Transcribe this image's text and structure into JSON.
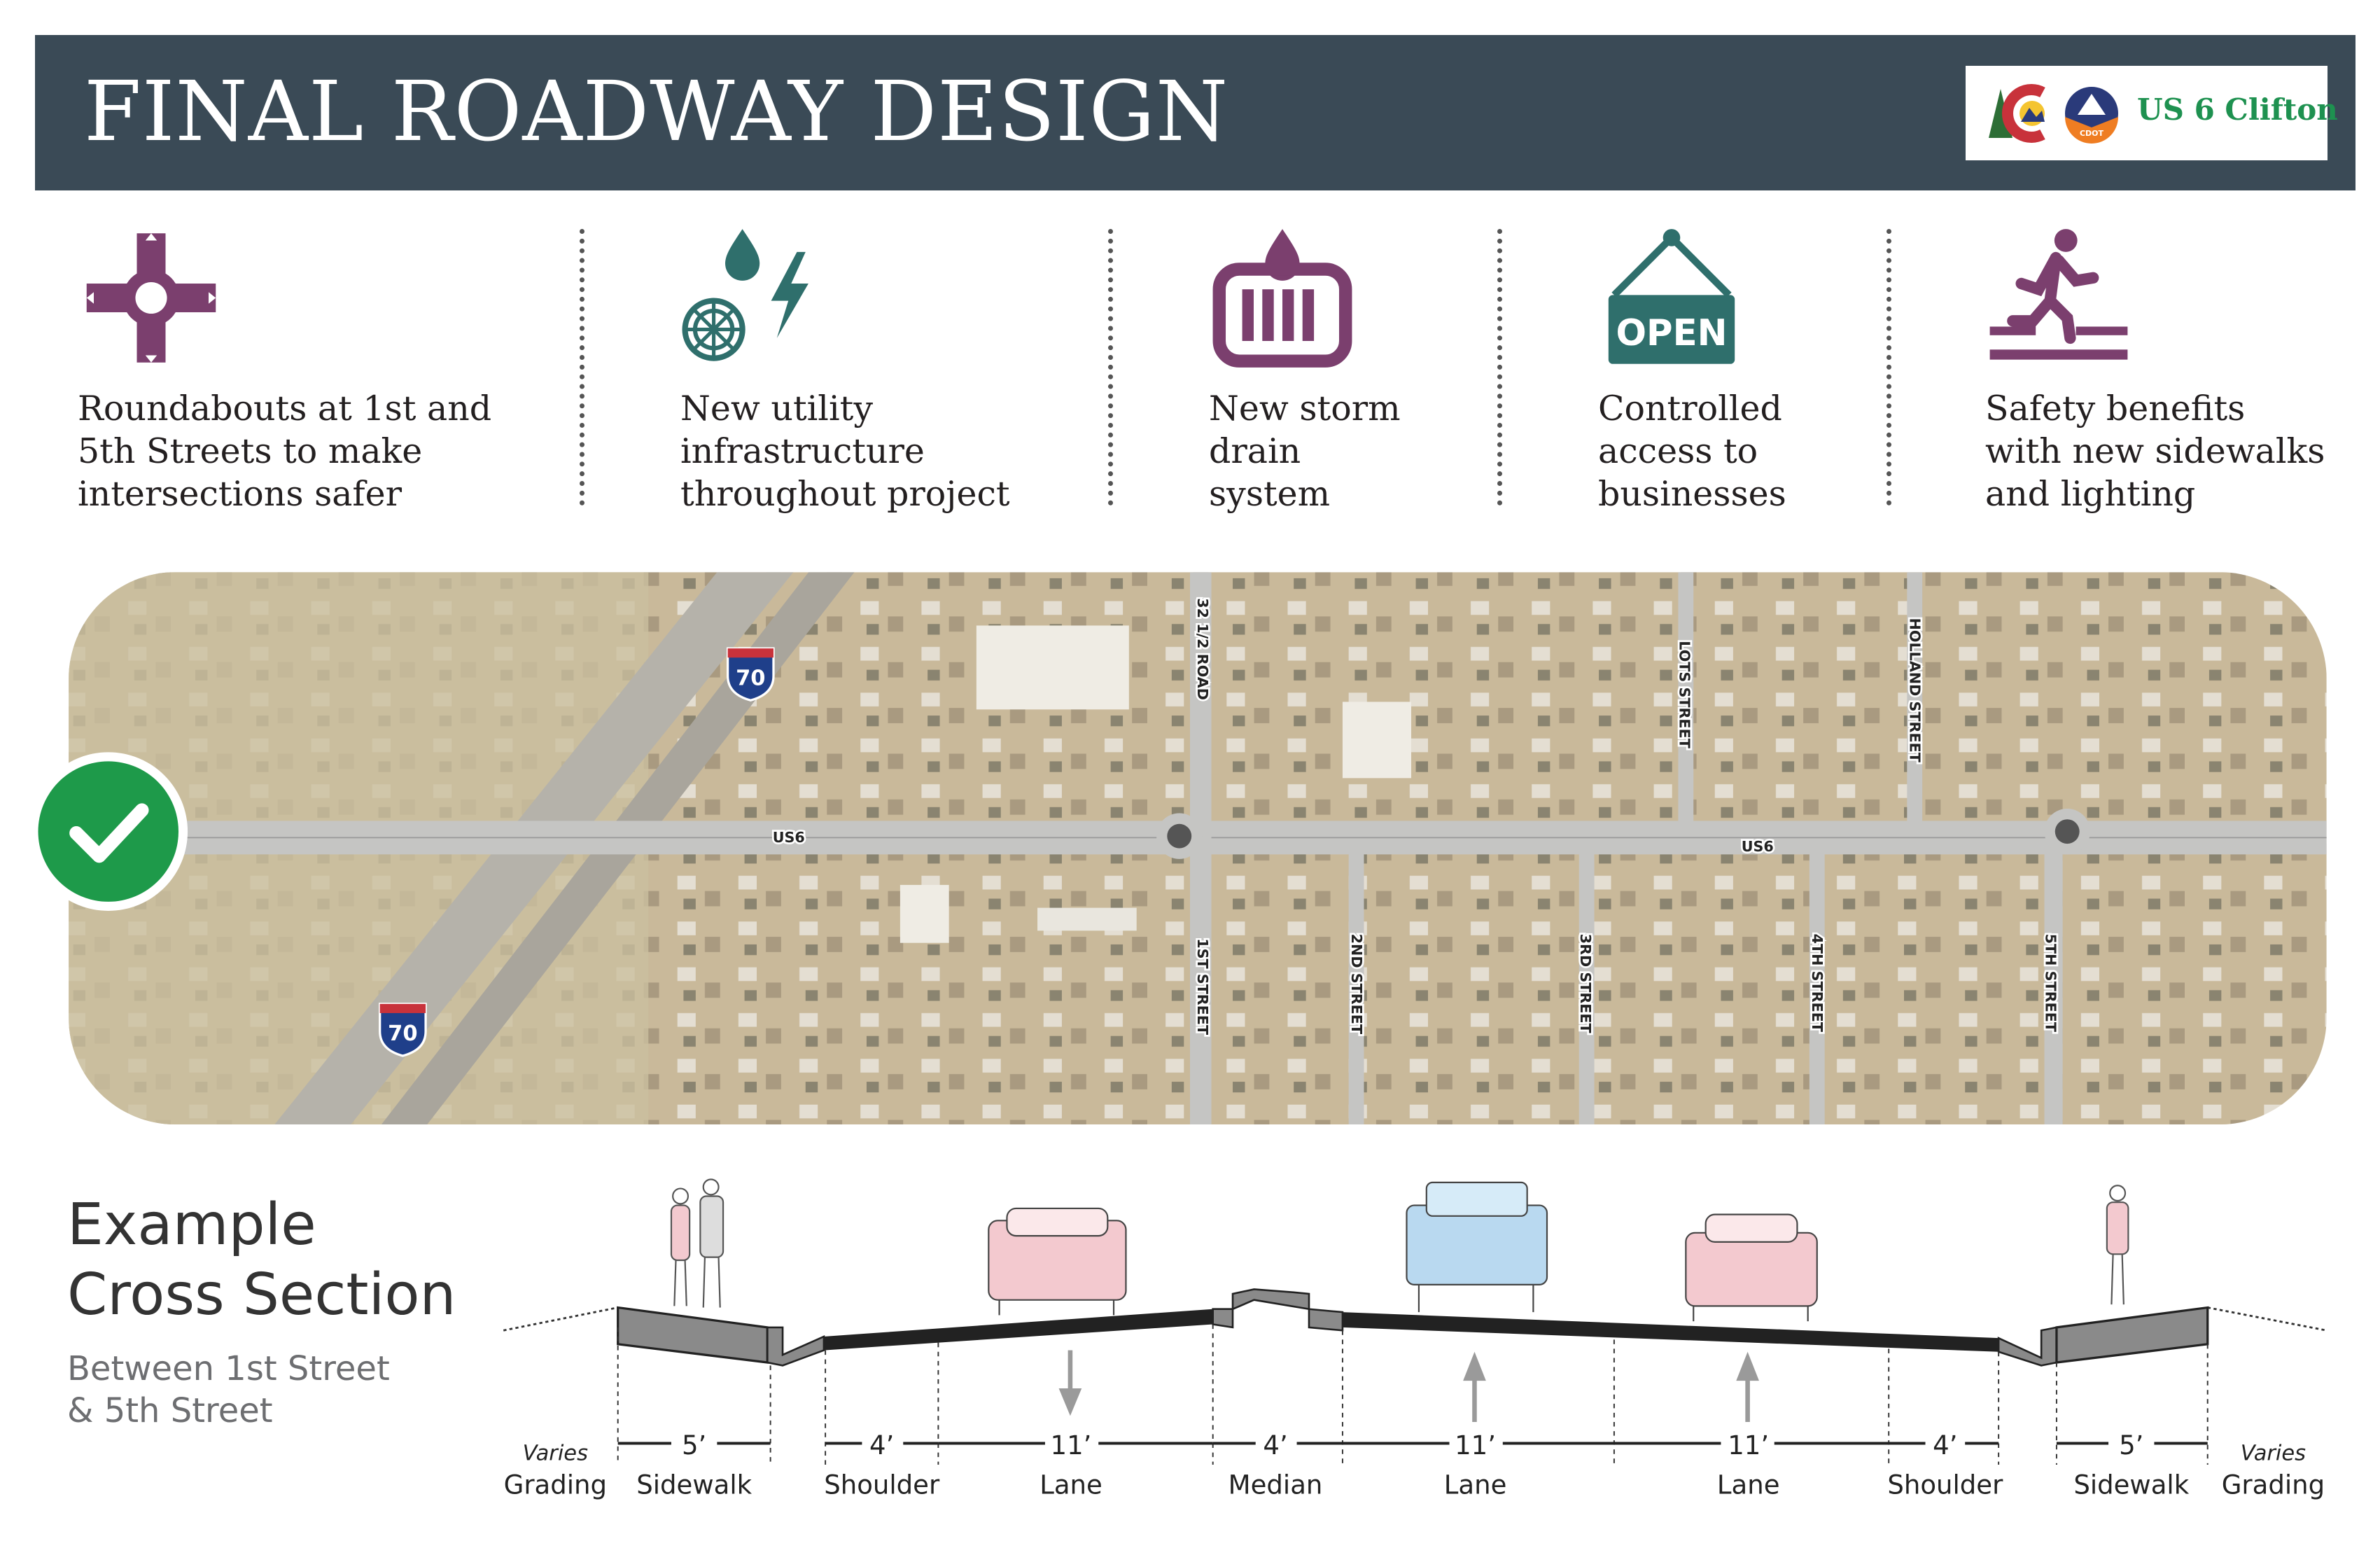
{
  "header": {
    "title": "FINAL ROADWAY DESIGN",
    "logo_text": "US 6 Clifton",
    "logo_badge": "CDOT"
  },
  "colors": {
    "header_bg": "#3a4a56",
    "purple": "#7b3f6e",
    "teal": "#2f6f6c",
    "green": "#1e9150",
    "check": "#1e9a4a"
  },
  "features": [
    {
      "icon": "roundabout-icon",
      "text": "Roundabouts at 1st and\n5th Streets to make\nintersections safer"
    },
    {
      "icon": "utility-icon",
      "text": "New utility\ninfrastructure\nthroughout project"
    },
    {
      "icon": "storm-drain-icon",
      "text": "New storm\ndrain\nsystem"
    },
    {
      "icon": "open-sign-icon",
      "text": "Controlled\naccess to\nbusinesses",
      "sign": "OPEN"
    },
    {
      "icon": "pedestrian-icon",
      "text": "Safety benefits\nwith new sidewalks\nand lighting"
    }
  ],
  "map": {
    "highway_labels": [
      "US6",
      "US6"
    ],
    "interstate": [
      "70",
      "70"
    ],
    "streets": [
      "32 1/2 ROAD",
      "1ST STREET",
      "2ND STREET",
      "LOTS STREET",
      "3RD STREET",
      "HOLLAND STREET",
      "4TH STREET",
      "5TH STREET"
    ],
    "status_icon": "check-icon"
  },
  "cross_section": {
    "title": "Example\nCross Section",
    "subtitle": "Between 1st Street\n& 5th Street",
    "segments": [
      {
        "width": "Varies",
        "label": "Grading"
      },
      {
        "width": "5’",
        "label": "Sidewalk"
      },
      {
        "width": "4’",
        "label": "Shoulder"
      },
      {
        "width": "11’",
        "label": "Lane"
      },
      {
        "width": "4’",
        "label": "Median"
      },
      {
        "width": "11’",
        "label": "Lane"
      },
      {
        "width": "11’",
        "label": "Lane"
      },
      {
        "width": "4’",
        "label": "Shoulder"
      },
      {
        "width": "5’",
        "label": "Sidewalk"
      },
      {
        "width": "Varies",
        "label": "Grading"
      }
    ]
  }
}
